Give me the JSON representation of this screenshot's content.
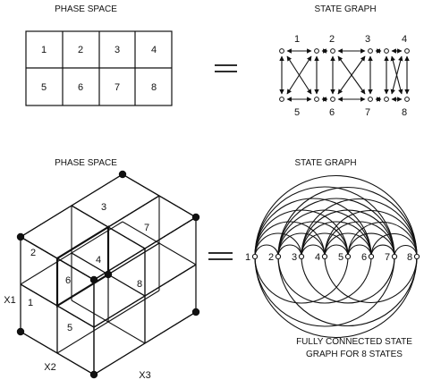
{
  "top": {
    "phase_title": "PHASE SPACE",
    "graph_title": "STATE GRAPH",
    "grid_cells": [
      "1",
      "2",
      "3",
      "4",
      "5",
      "6",
      "7",
      "8"
    ],
    "equals": "=",
    "graph_top_labels": [
      "1",
      "2",
      "3",
      "4"
    ],
    "graph_bottom_labels": [
      "5",
      "6",
      "7",
      "8"
    ]
  },
  "bottom": {
    "phase_title": "PHASE SPACE",
    "graph_title": "STATE GRAPH",
    "equals": "=",
    "cube_region_labels": [
      "1",
      "2",
      "3",
      "4",
      "5",
      "6",
      "7",
      "8"
    ],
    "axis_labels": {
      "x1": "X1",
      "x2": "X2",
      "x3": "X3"
    },
    "node_labels": [
      "1",
      "2",
      "3",
      "4",
      "5",
      "6",
      "7",
      "8"
    ],
    "caption_line1": "FULLY CONNECTED STATE",
    "caption_line2": "GRAPH FOR 8 STATES"
  }
}
